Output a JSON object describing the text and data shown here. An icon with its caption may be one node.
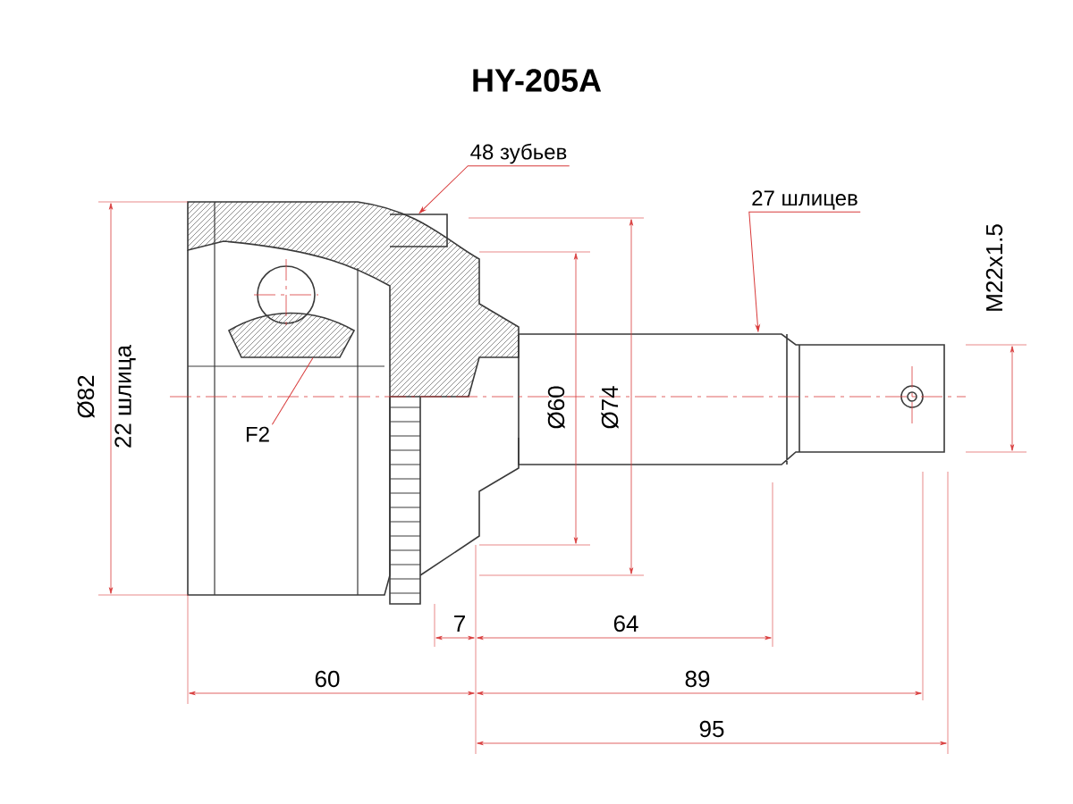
{
  "diagram": {
    "title": "HY-205A",
    "nodes": [
      {
        "text": [
          "48 зубьев"
        ]
      },
      {
        "text": [
          "27 шлицев"
        ]
      },
      {
        "text": [
          "F2"
        ]
      },
      {
        "text": [],
        "shape": "box"
      },
      {
        "text": [],
        "shape": "picture"
      },
      {
        "text": [],
        "shape": "cylinder"
      }
    ],
    "edges": [
      {
        "from": 0,
        "to": 3,
        "arrow": "to"
      },
      {
        "from": 1,
        "to": 5,
        "arrow": "to"
      },
      {
        "from": 2,
        "to": 4,
        "arrow": "none"
      }
    ],
    "labels": [
      "Ø82",
      "22 шлица",
      "Ø60",
      "Ø74",
      "M22x1.5",
      "7",
      "64",
      "60",
      "89",
      "95"
    ]
  }
}
